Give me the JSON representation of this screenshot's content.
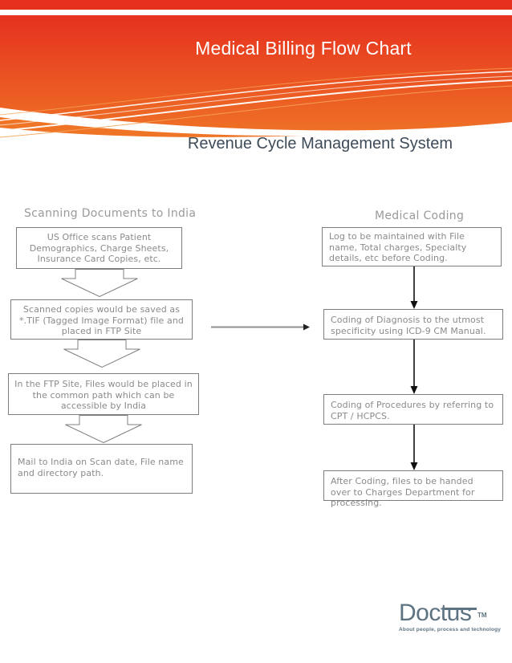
{
  "header": {
    "title": "Medical Billing Flow Chart",
    "subtitle": "Revenue Cycle Management System"
  },
  "left_column": {
    "heading": "Scanning Documents to India",
    "boxes": [
      "US Office scans Patient Demographics, Charge Sheets, Insurance Card Copies, etc.",
      "Scanned copies would be saved as *.TIF (Tagged Image Format)  file and placed in FTP Site",
      "In the FTP Site, Files would be  placed in the common path which can be accessible by India",
      "Mail to India on Scan date, File name and directory path."
    ]
  },
  "right_column": {
    "heading": "Medical Coding",
    "boxes": [
      "Log to be maintained with File name, Total charges, Specialty details, etc before Coding.",
      "Coding of Diagnosis to the utmost specificity using ICD-9 CM Manual.",
      "Coding of Procedures by referring to CPT / HCPCS.",
      "After Coding, files to be  handed over to Charges Department for processing."
    ]
  },
  "logo": {
    "name": "Doctus",
    "trademark": "TM",
    "tagline": "About people, process and technology"
  },
  "colors": {
    "header_red": "#e6311f",
    "header_orange": "#ef7426",
    "box_border": "#7d7d7d",
    "box_text": "#8a8a8a",
    "heading_text": "#9a9a9a",
    "subtitle_text": "#3e4b58",
    "logo_blue": "#5d7381"
  }
}
